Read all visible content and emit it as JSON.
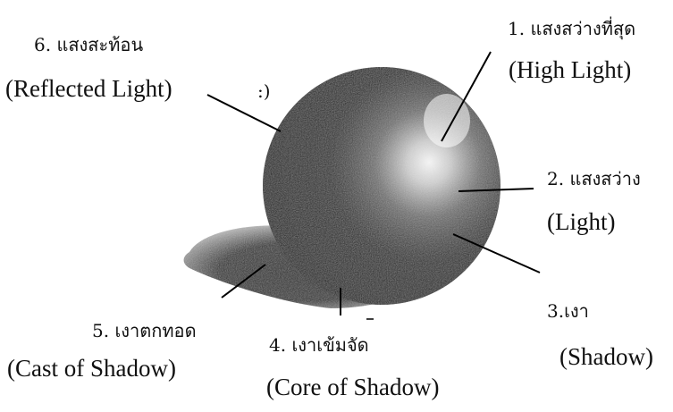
{
  "labels": {
    "high_light": {
      "thai": "1. แสงสว่างที่สุด",
      "eng": "(High Light)"
    },
    "light": {
      "thai": "2. แสงสว่าง",
      "eng": "(Light)"
    },
    "shadow": {
      "thai": "3.เงา",
      "eng": "(Shadow)"
    },
    "core_shadow": {
      "thai": "4. เงาเข้มจัด",
      "eng": "(Core of  Shadow)"
    },
    "cast_shadow": {
      "thai": "5. เงาตกทอด",
      "eng": "(Cast of Shadow)"
    },
    "reflected_light": {
      "thai": "6. แสงสะท้อน",
      "eng": "(Reflected Light)"
    },
    "stray_mark": ":)"
  }
}
